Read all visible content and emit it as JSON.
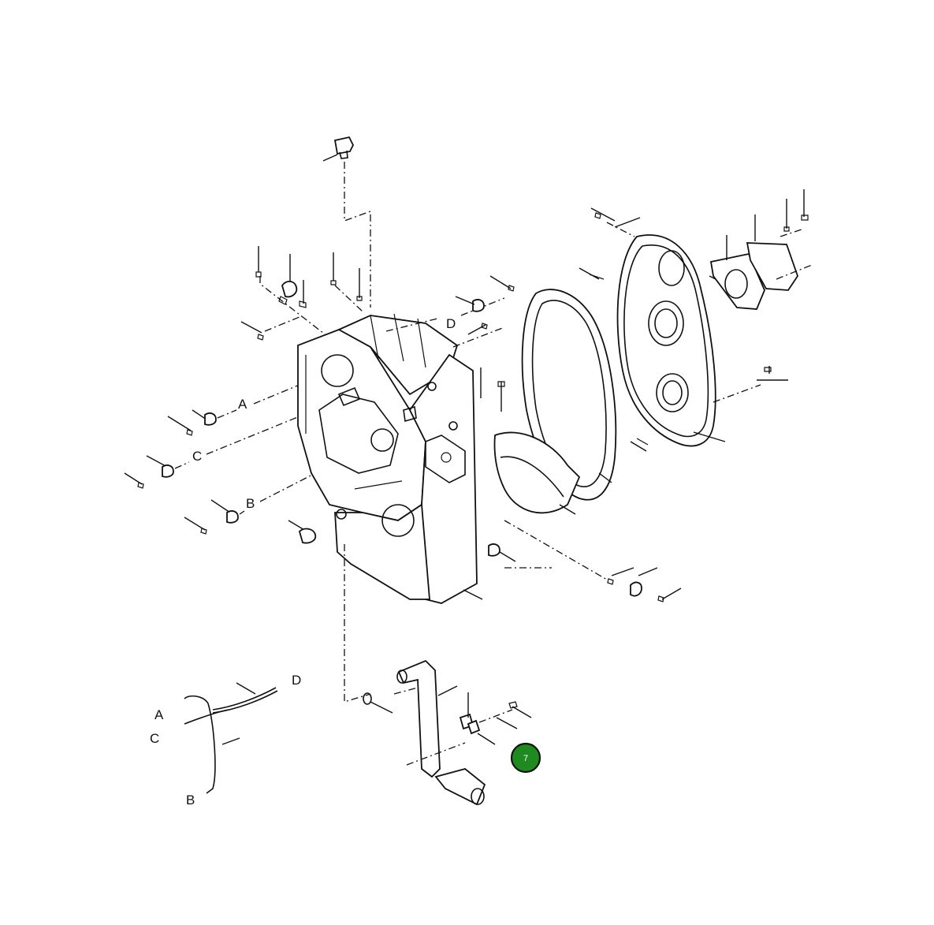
{
  "connector_labels": {
    "a_mid": "A",
    "c_mid": "C",
    "b_mid": "B",
    "d_top": "D",
    "a_tube": "A",
    "c_tube": "C",
    "b_tube": "B",
    "d_tube": "D"
  },
  "callout": {
    "number": "7",
    "color": "#1f8a1f"
  }
}
